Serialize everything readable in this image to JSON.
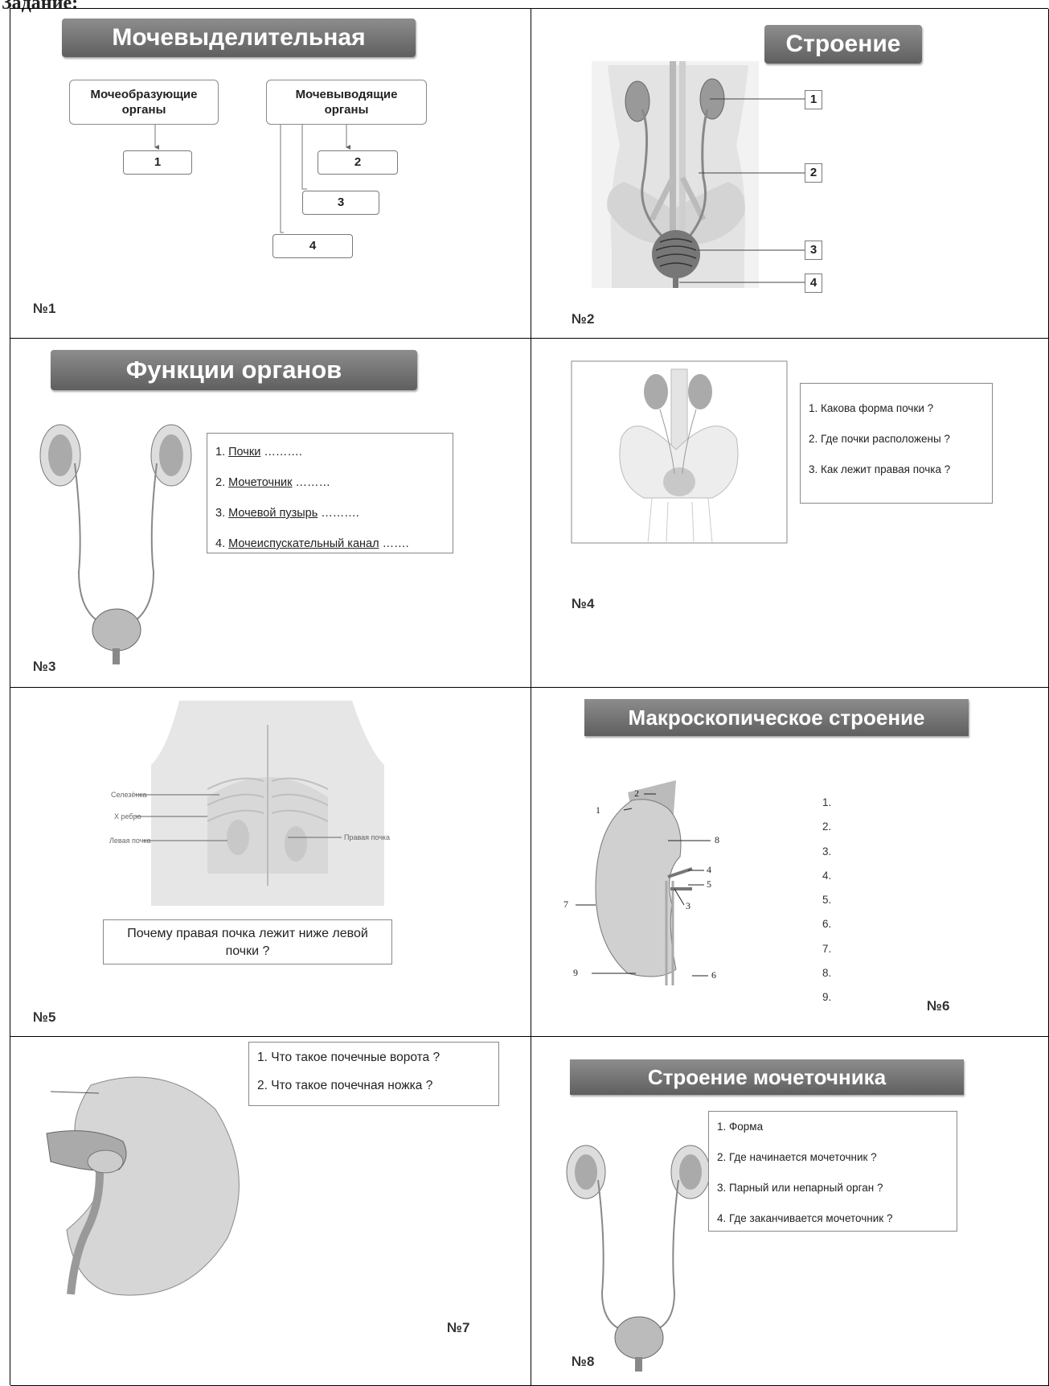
{
  "heading": "Задание:",
  "slide1": {
    "title": "Мочевыделительная",
    "box_left": "Мочеобразующие органы",
    "box_right": "Мочевыводящие органы",
    "slots": [
      "1",
      "2",
      "3",
      "4"
    ],
    "number": "№1"
  },
  "slide2": {
    "title": "Строение",
    "labels": [
      "1",
      "2",
      "3",
      "4"
    ],
    "number": "№2"
  },
  "slide3": {
    "title": "Функции органов",
    "items": [
      {
        "n": "1.",
        "term": "Почки",
        "rest": " ………."
      },
      {
        "n": "2.",
        "term": "Мочеточник",
        "rest": " ………"
      },
      {
        "n": "3.",
        "term": "Мочевой пузырь",
        "rest": " ………."
      },
      {
        "n": "4.",
        "term": "Мочеиспускательный канал",
        "rest": " ……."
      }
    ],
    "number": "№3"
  },
  "slide4": {
    "questions": [
      "1. Какова форма почки ?",
      "2. Где почки расположены ?",
      "3. Как лежит правая почка ?"
    ],
    "number": "№4"
  },
  "slide5": {
    "question": "Почему правая почка лежит ниже левой почки ?",
    "labels": [
      "Селезёнка",
      "X ребро",
      "Левая почка",
      "Правая почка"
    ],
    "number": "№5"
  },
  "slide6": {
    "title": "Макроскопическое строение",
    "list": [
      "1.",
      "2.",
      "3.",
      "4.",
      "5.",
      "6.",
      "7.",
      "8.",
      "9."
    ],
    "callouts": [
      "1",
      "2",
      "3",
      "4",
      "5",
      "6",
      "7",
      "8",
      "9"
    ],
    "number": "№6"
  },
  "slide7": {
    "questions": [
      "1. Что такое почечные ворота ?",
      "2. Что такое почечная ножка ?"
    ],
    "number": "№7"
  },
  "slide8": {
    "title": "Строение мочеточника",
    "items": [
      "1. Форма",
      "2. Где начинается мочеточник ?",
      "3. Парный или непарный орган ?",
      "4. Где заканчивается мочеточник ?"
    ],
    "number": "№8"
  }
}
